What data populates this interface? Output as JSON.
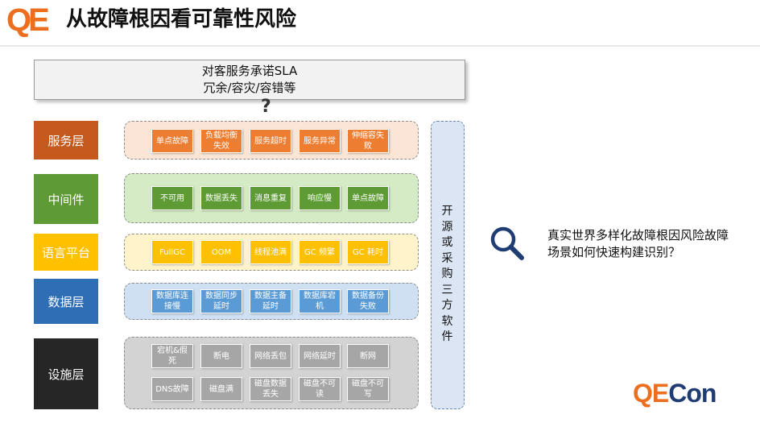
{
  "header": {
    "logo_text": "QE",
    "title": "从故障根因看可靠性风险"
  },
  "sla_box": {
    "line1": "对客服务承诺SLA",
    "line2": "冗余/容灾/容错等",
    "question": "?"
  },
  "layers": [
    {
      "label": "服务层",
      "label_color": "#c55a1e",
      "panel_color": "#fbe5d6",
      "chip_color": "#ed7d31",
      "chips": [
        "单点故障",
        "负载均衡失效",
        "服务超时",
        "服务异常",
        "伸缩容失败"
      ]
    },
    {
      "label": "中间件",
      "label_color": "#5e9b35",
      "panel_color": "#d4ebc5",
      "chip_color": "#5e9b35",
      "chips": [
        "不可用",
        "数据丢失",
        "消息重复",
        "响应慢",
        "单点故障"
      ]
    },
    {
      "label": "语言平台",
      "label_color": "#ffc000",
      "panel_color": "#fff3cc",
      "chip_color": "#ffc000",
      "chips": [
        "FullGC",
        "OOM",
        "线程池满",
        "GC 频繁",
        "GC 耗时"
      ]
    },
    {
      "label": "数据层",
      "label_color": "#2f6db5",
      "panel_color": "#cfe0f3",
      "chip_color": "#5b9bd5",
      "chips": [
        "数据库连接慢",
        "数据同步延时",
        "数据主备延时",
        "数据库宕机",
        "数据备份失败"
      ]
    },
    {
      "label": "设施层",
      "label_color": "#262626",
      "panel_color": "#d3d3d3",
      "chip_color": "#a6a6a6",
      "chips": [
        "宕机&假死",
        "断电",
        "网络丢包",
        "网络延时",
        "断网",
        "DNS故障",
        "磁盘满",
        "磁盘数据丢失",
        "磁盘不可读",
        "磁盘不可写"
      ]
    }
  ],
  "vertical_box": {
    "text": "开源或采购三方软件",
    "color": "#dbe5f3"
  },
  "right_panel": {
    "icon": "search-icon",
    "text": "真实世界多样化故障根因风险故障场景如何快速构建识别？"
  },
  "footer": {
    "brand_qe": "QE",
    "brand_con": "Con"
  }
}
